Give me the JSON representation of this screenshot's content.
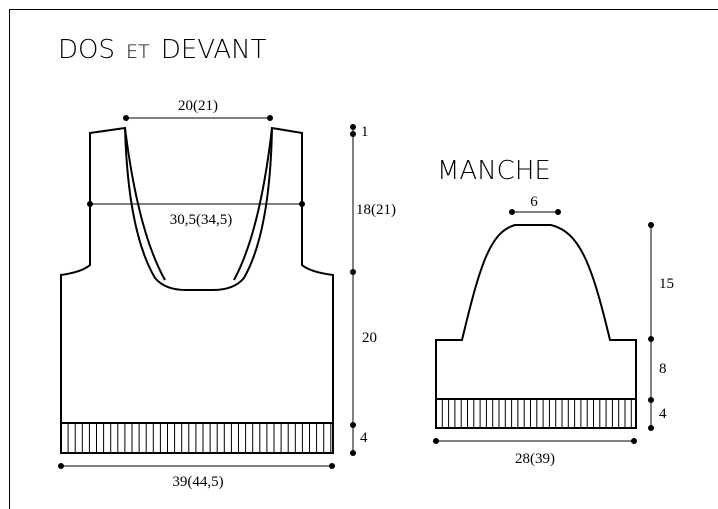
{
  "back_front": {
    "title_main": "DOS",
    "title_small": "ET",
    "title_end": "DEVANT",
    "neck_width": "20(21)",
    "shoulder_drop": "1",
    "armhole_height": "18(21)",
    "chest_width": "30,5(34,5)",
    "body_height": "20",
    "rib_height": "4",
    "bottom_width": "39(44,5)"
  },
  "sleeve": {
    "title": "MANCHE",
    "top_width": "6",
    "cap_height": "15",
    "body_height": "8",
    "rib_height": "4",
    "bottom_width": "28(39)"
  },
  "colors": {
    "ink": "#000000",
    "background": "#ffffff"
  }
}
